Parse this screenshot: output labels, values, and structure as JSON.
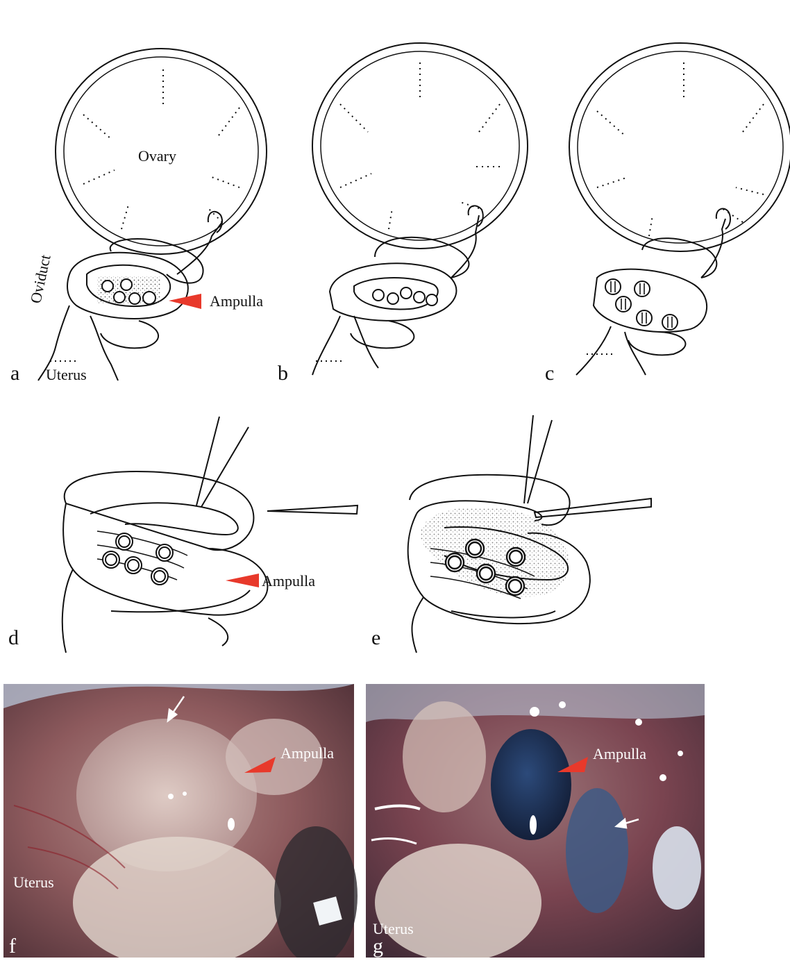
{
  "figure": {
    "panels": {
      "a": "a",
      "b": "b",
      "c": "c",
      "d": "d",
      "e": "e",
      "f": "f",
      "g": "g"
    },
    "labels": {
      "ovary": "Ovary",
      "oviduct": "Oviduct",
      "uterus": "Uterus",
      "ampulla": "Ampulla"
    },
    "colors": {
      "arrowhead": "#e8392b",
      "line": "#111111",
      "photo_bg": "#7a4a4f",
      "photo_dye": "#1d2f52"
    }
  }
}
